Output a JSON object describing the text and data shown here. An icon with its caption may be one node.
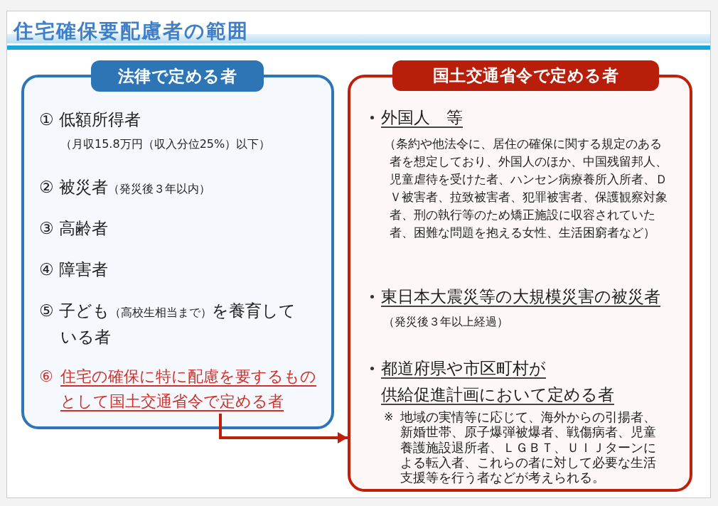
{
  "diagram": {
    "title": "住宅確保要配慮者の範囲",
    "nodes": [
      {
        "text": [
          "法律で定める者",
          "① 低額所得者",
          "（月収15.8万円（収入分位25%）以下）",
          "② 被災者",
          "（発災後３年以内）",
          "③ 高齢者",
          "④ 障害者",
          "⑤ 子ども",
          "（高校生相当まで）",
          "を養育している者"
        ]
      },
      {
        "text": [
          "⑥",
          "住宅の確保に特に配慮を要するものとして国土交通省令で定める者"
        ],
        "in": 0
      },
      {
        "text": [
          "国土交通省令で定める者",
          "外国人　等",
          "（条約や他法令に、居住の確保に関する規定のある者を想定しており、外国人のほか、中国残留邦人、児童虐待を受けた者、ハンセン病療養所入所者、ＤＶ被害者、拉致被害者、犯罪被害者、保護観察対象者、刑の執行等のため矯正施設に収容されていた者、困難な問題を抱える女性、生活困窮者など）",
          "東日本大震災等の大規模災害の被災者",
          "（発災後３年以上経過）",
          "都道府県や市区町村が",
          "供給促進計画において定める者",
          "※",
          "地域の実情等に応じて、海外からの引揚者、新婚世帯、原子爆弾被爆者、戦傷病者、児童養護施設退所者、ＬＧＢＴ、ＵＩＪターンによる転入者、これらの者に対して必要な生活支援等を行う者などが考えられる。"
        ]
      }
    ],
    "edges": [
      {
        "from": 1,
        "to": 2,
        "arrow": "to",
        "color": "#c0200a"
      }
    ]
  }
}
